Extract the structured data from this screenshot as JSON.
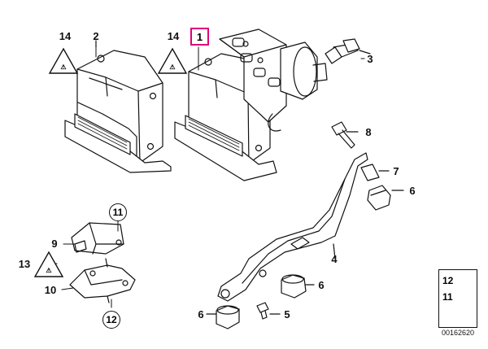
{
  "labels": {
    "l14a": "14",
    "l2": "2",
    "l14b": "14",
    "l1": "1",
    "l3": "3",
    "l8": "8",
    "l7": "7",
    "l6a": "6",
    "l11": "11",
    "l9": "9",
    "l13": "13",
    "l10": "10",
    "l12": "12",
    "l4": "4",
    "l6b": "6",
    "l6c": "6",
    "l5": "5"
  },
  "legend": {
    "top": "12",
    "bottom": "11"
  },
  "doc_id": "00162620",
  "colors": {
    "highlight": "#e0007a",
    "line": "#111111"
  },
  "icons": [
    "esd-warning-icon",
    "esd-warning-icon",
    "esd-warning-icon",
    "arrow-icon"
  ]
}
